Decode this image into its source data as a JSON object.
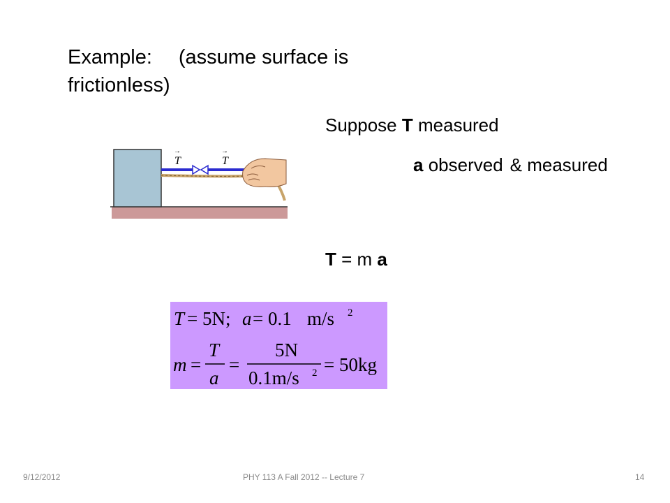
{
  "slide": {
    "title_prefix": "Example:",
    "title_rest": "(assume surface is frictionless)",
    "suppose_text": "Suppose ",
    "suppose_bold": "T",
    "suppose_rest": " measured",
    "observed_bold": "a",
    "observed_text": " observed",
    "observed_rest": "& measured",
    "eq_T": "T",
    "eq_mid": " = m ",
    "eq_a": "a"
  },
  "figure": {
    "vector_label": "T",
    "colors": {
      "block": "#a8c5d4",
      "floor": "#cc9999",
      "arrow": "#2b2bd0",
      "rope": "#c8a46a",
      "hand": "#f2c7a0"
    }
  },
  "math": {
    "line1_T": "T",
    "line1_eq": "= 5N;",
    "line1_a": "a",
    "line1_val": "= 0.1",
    "line1_unit": "m/s",
    "line1_exp": "2",
    "line2_m": "m",
    "frac1_num": "T",
    "frac1_den": "a",
    "frac2_num": "5N",
    "frac2_den": "0.1m/s",
    "frac2_exp": "2",
    "result": "= 50kg",
    "bg": "#cc99ff"
  },
  "footer": {
    "date": "9/12/2012",
    "course": "PHY 113 A  Fall 2012 -- Lecture 7",
    "page": "14"
  }
}
